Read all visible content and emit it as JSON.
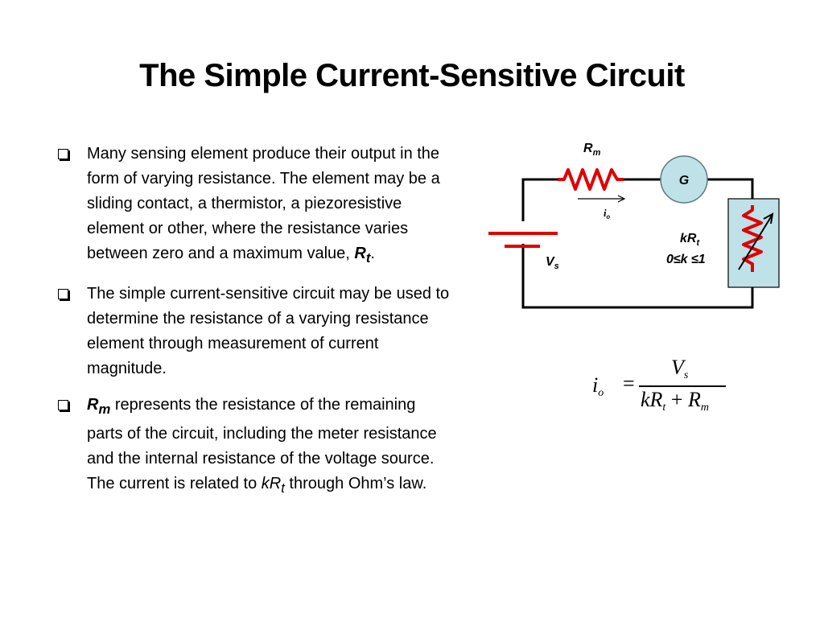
{
  "title": "The Simple Current-Sensitive Circuit",
  "bullets": [
    {
      "text_a": "Many sensing element produce their output in the form of varying resistance. The element may be a sliding contact, a thermistor, a piezoresistive element or other, where the resistance varies between zero and a maximum value, ",
      "bold_var": "R",
      "bold_sub": "t",
      "text_b": "."
    },
    {
      "text": "The simple current-sensitive circuit may be used to determine the resistance of a varying resistance element through measurement of current magnitude."
    },
    {
      "bold_var": "R",
      "bold_sub": "m",
      "text_a": " represents the resistance of the remaining parts of the circuit, including the meter resistance and the internal resistance of the voltage source. The current is related to ",
      "ital_var": "kR",
      "ital_sub": "t",
      "text_b": " through Ohm’s law."
    }
  ],
  "circuit": {
    "rm_var": "R",
    "rm_sub": "m",
    "meter_label": "G",
    "current_var": "i",
    "current_sub": "o",
    "vs_var": "V",
    "vs_sub": "s",
    "krt_var": "kR",
    "krt_sub": "t",
    "k_range": "0≤k ≤1",
    "colors": {
      "resistor": "#e00000",
      "meter_fill": "#bfe1e8",
      "variable_box_fill": "#bfe1e8",
      "battery": "#e00000"
    }
  },
  "equation": {
    "lhs_var": "i",
    "lhs_sub": "o",
    "equals": "=",
    "num_var": "V",
    "num_sub": "s",
    "den_k": "kR",
    "den_sub1": "t",
    "den_plus": " + ",
    "den_r": "R",
    "den_sub2": "m"
  }
}
